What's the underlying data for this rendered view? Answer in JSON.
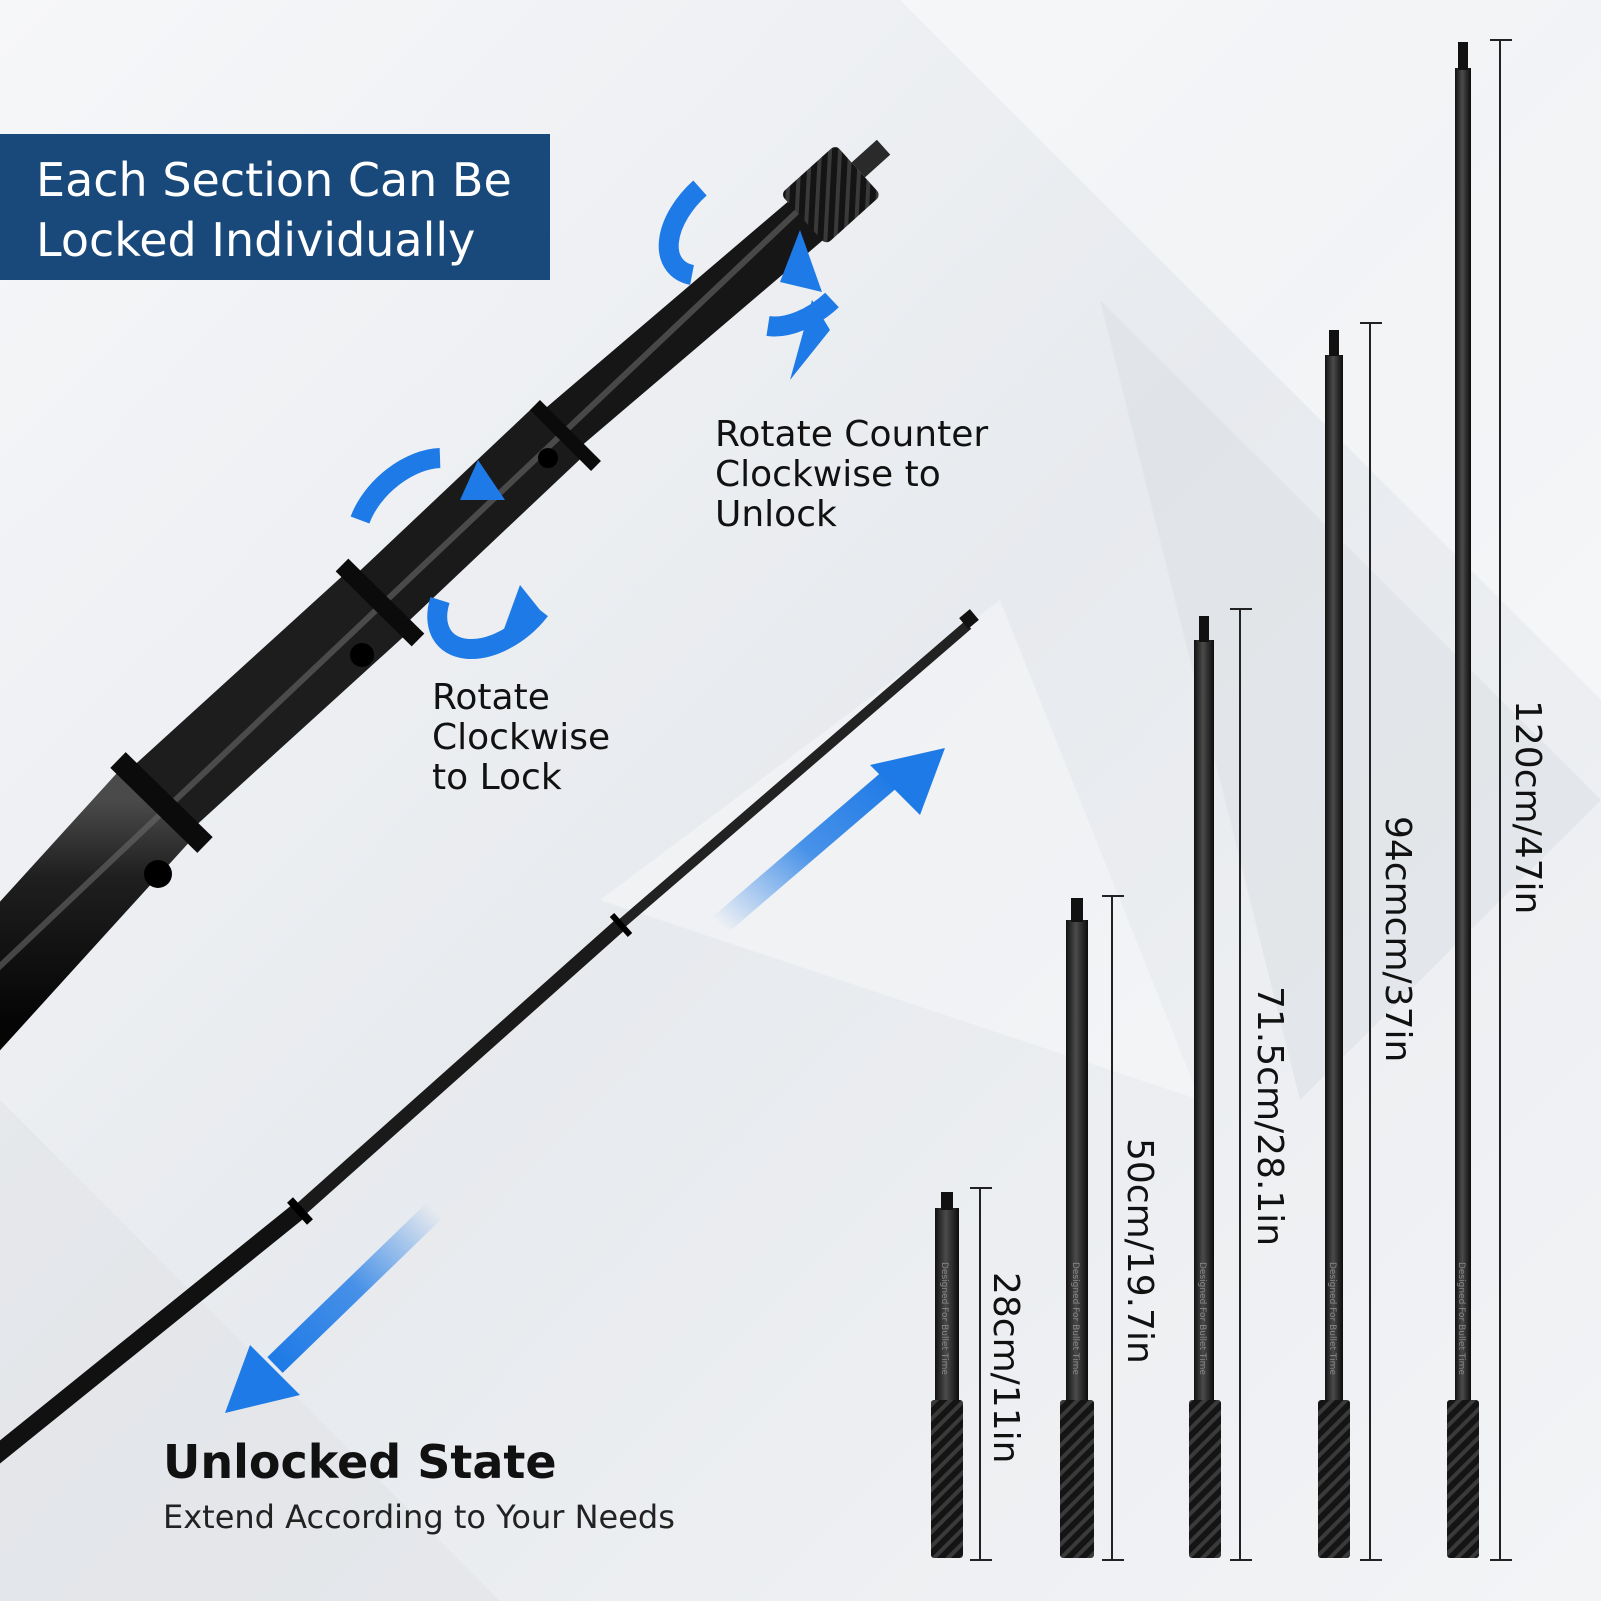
{
  "header": {
    "line1": "Each Section Can Be",
    "line2": "Locked Individually"
  },
  "captions": {
    "unlock": [
      "Rotate Counter",
      "Clockwise to",
      "Unlock"
    ],
    "lock": [
      "Rotate",
      "Clockwise",
      "to Lock"
    ]
  },
  "state": {
    "title": "Unlocked State",
    "subtitle": "Extend According to Your Needs"
  },
  "sizes": [
    "28cm/11in",
    "50cm/19.7in",
    "71.5cm/28.1in",
    "94cmcm/37in",
    "120cm/47in"
  ],
  "stick_text": "Designed For Bullet Time",
  "colors": {
    "accent_blue": "#1e7ae6",
    "header_bg": "#18497a",
    "pole": "#1b1b1b"
  },
  "icons": [
    "rotate-unlock-arrow-icon",
    "rotate-lock-arrow-icon",
    "extend-up-arrow-icon",
    "retract-down-arrow-icon"
  ]
}
